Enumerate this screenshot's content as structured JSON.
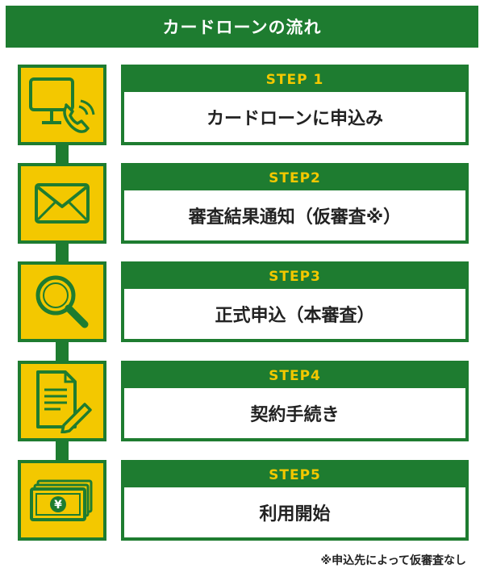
{
  "title": "カードローンの流れ",
  "steps": [
    {
      "label": "STEP 1",
      "title": "カードローンに申込み",
      "icon": "computer-phone-icon"
    },
    {
      "label": "STEP2",
      "title": "審査結果通知（仮審査※）",
      "icon": "envelope-icon"
    },
    {
      "label": "STEP3",
      "title": "正式申込（本審査）",
      "icon": "magnifier-icon"
    },
    {
      "label": "STEP4",
      "title": "契約手続き",
      "icon": "document-pen-icon"
    },
    {
      "label": "STEP5",
      "title": "利用開始",
      "icon": "yen-banknote-icon"
    }
  ],
  "footnote": "※申込先によって仮審査なし",
  "colors": {
    "green": "#1e7c30",
    "yellow": "#f3c800"
  }
}
